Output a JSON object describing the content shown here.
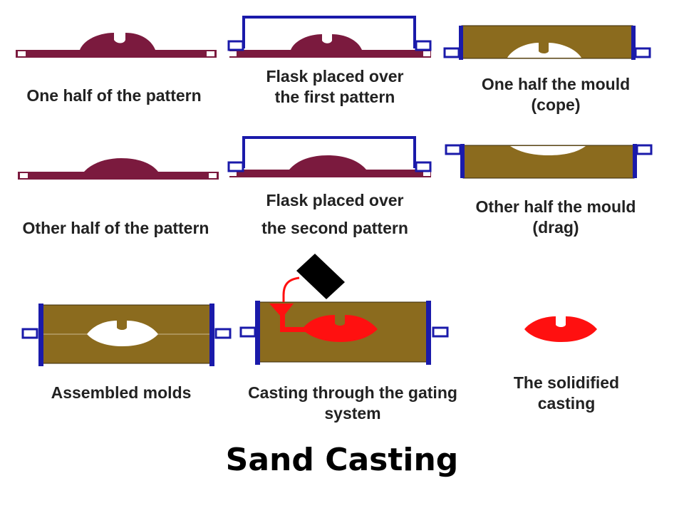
{
  "title": "Sand Casting",
  "colors": {
    "pattern": "#7b1a3e",
    "flask": "#1a1aaa",
    "sand": "#8b6b1e",
    "metal": "#ff1010",
    "ladle": "#000000"
  },
  "panels": {
    "r1c1": {
      "caption": [
        "One half of the pattern"
      ]
    },
    "r1c2": {
      "caption": [
        "Flask placed over",
        "the first pattern"
      ]
    },
    "r1c3": {
      "caption": [
        "One half  the mould",
        "(cope)"
      ]
    },
    "r2c1": {
      "caption": [
        "Other half of the pattern"
      ]
    },
    "r2c2": {
      "caption": [
        "Flask placed over",
        "the second pattern"
      ]
    },
    "r2c3": {
      "caption": [
        "Other half  the mould",
        "(drag)"
      ]
    },
    "r3c1": {
      "caption": [
        "Assembled molds"
      ]
    },
    "r3c2": {
      "caption": [
        "Casting through the gating",
        "system"
      ]
    },
    "r3c3": {
      "caption": [
        "The solidified",
        "casting"
      ]
    }
  }
}
